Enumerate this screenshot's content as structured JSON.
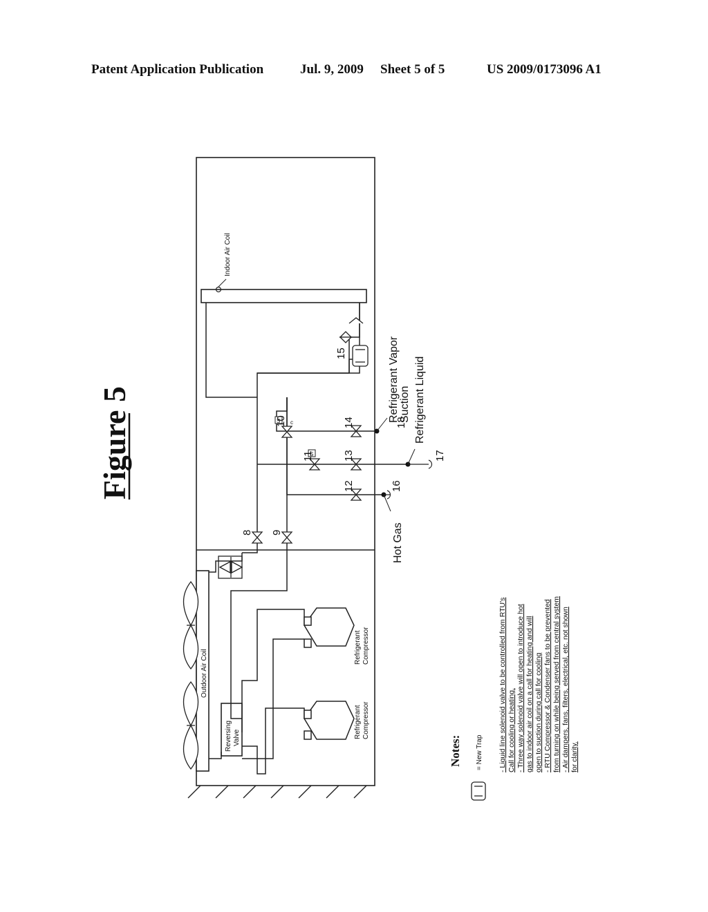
{
  "header": {
    "publication": "Patent Application Publication",
    "date": "Jul. 9, 2009",
    "sheet": "Sheet 5 of 5",
    "number": "US 2009/0173096 A1"
  },
  "figure": {
    "title": "Figure 5"
  },
  "diagram": {
    "labels": {
      "indoor_air_coil": "Indoor Air Coil",
      "outdoor_air_coil": "Outdoor Air Coil",
      "reversing_valve_1": "Reversing",
      "reversing_valve_2": "Valve",
      "compressor_1": "Refrigerant",
      "compressor_2": "Compressor",
      "vapor_1": "Refrigerant Vapor",
      "vapor_2": "Suction",
      "liquid": "Refrigerant Liquid",
      "hot_gas": "Hot Gas"
    },
    "callouts": {
      "n8": "8",
      "n9": "9",
      "n10": "10",
      "n11": "11",
      "n12": "12",
      "n13": "13",
      "n14": "14",
      "n15": "15",
      "n16": "16",
      "n17": "17",
      "n18": "18"
    },
    "valve_tags": {
      "s": "S",
      "c": "c"
    }
  },
  "notes": {
    "heading": "Notes:",
    "legend": "= New Trap",
    "lines": [
      "- Liquid line solenoid valve to be controlled from RTU's",
      "Call for cooling or heating.",
      "- Three way solenoid valve will open to introduce hot",
      "gas to indoor air coil on a call for heating and will",
      "open to suction during call for cooling",
      "- RTU Compressor & Condenser fans to be prevented",
      "from turning on while being served from central system",
      "- Air dampers, fans, filters, electrical, etc. not shown",
      "for clarity."
    ]
  }
}
